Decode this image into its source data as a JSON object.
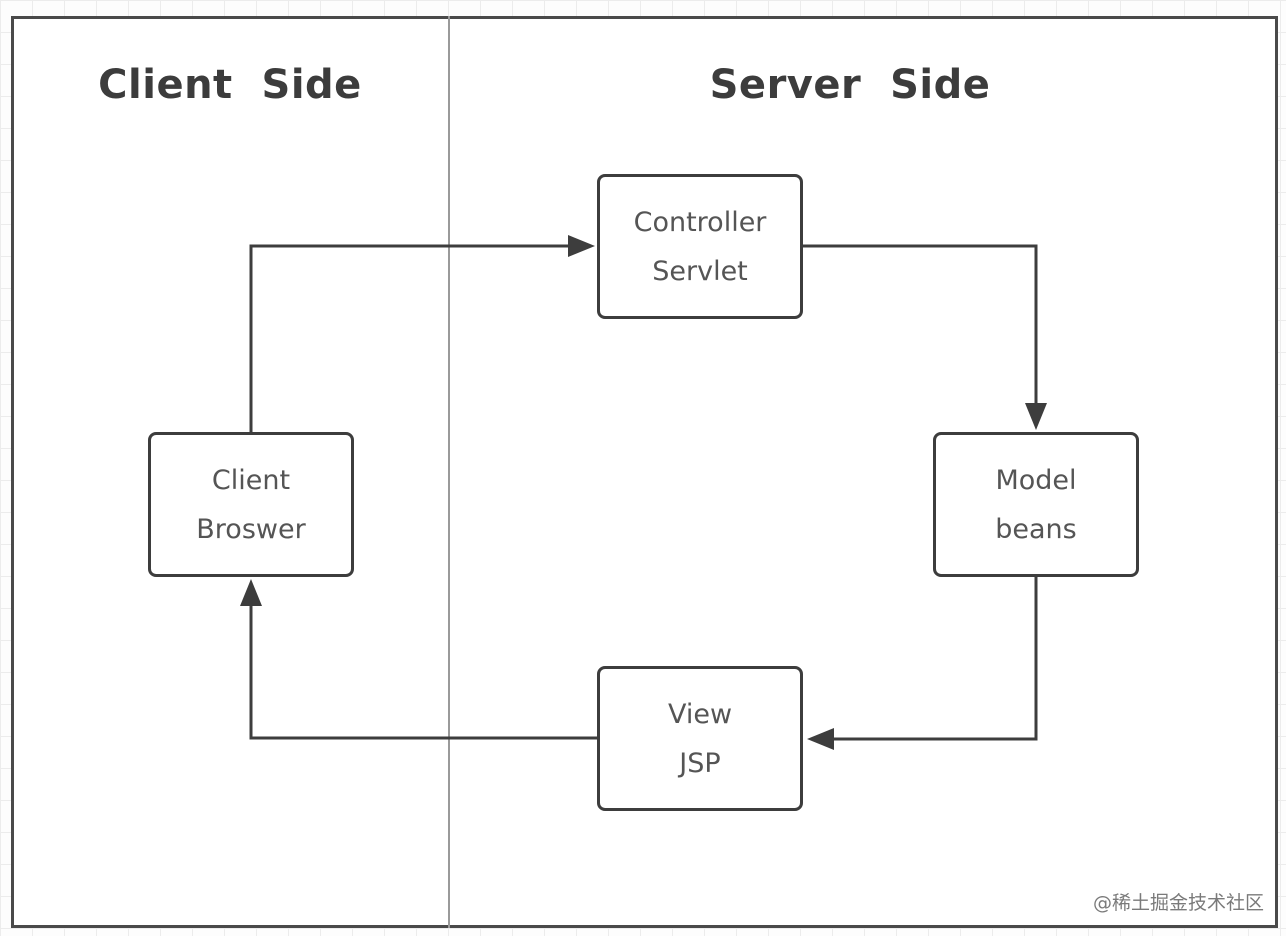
{
  "diagram": {
    "client_side_title": "Client  Side",
    "server_side_title": "Server  Side",
    "nodes": {
      "controller": {
        "line1": "Controller",
        "line2": "Servlet"
      },
      "client": {
        "line1": "Client",
        "line2": "Broswer"
      },
      "model": {
        "line1": "Model",
        "line2": "beans"
      },
      "view": {
        "line1": "View",
        "line2": "JSP"
      }
    },
    "edges": [
      {
        "from": "client",
        "to": "controller"
      },
      {
        "from": "controller",
        "to": "model"
      },
      {
        "from": "model",
        "to": "view"
      },
      {
        "from": "view",
        "to": "client"
      }
    ]
  },
  "watermark": "@稀土掘金技术社区",
  "colors": {
    "stroke": "#3d3d3d",
    "text": "#555555",
    "title": "#3c3c3c",
    "divider": "#9a9a9a"
  }
}
